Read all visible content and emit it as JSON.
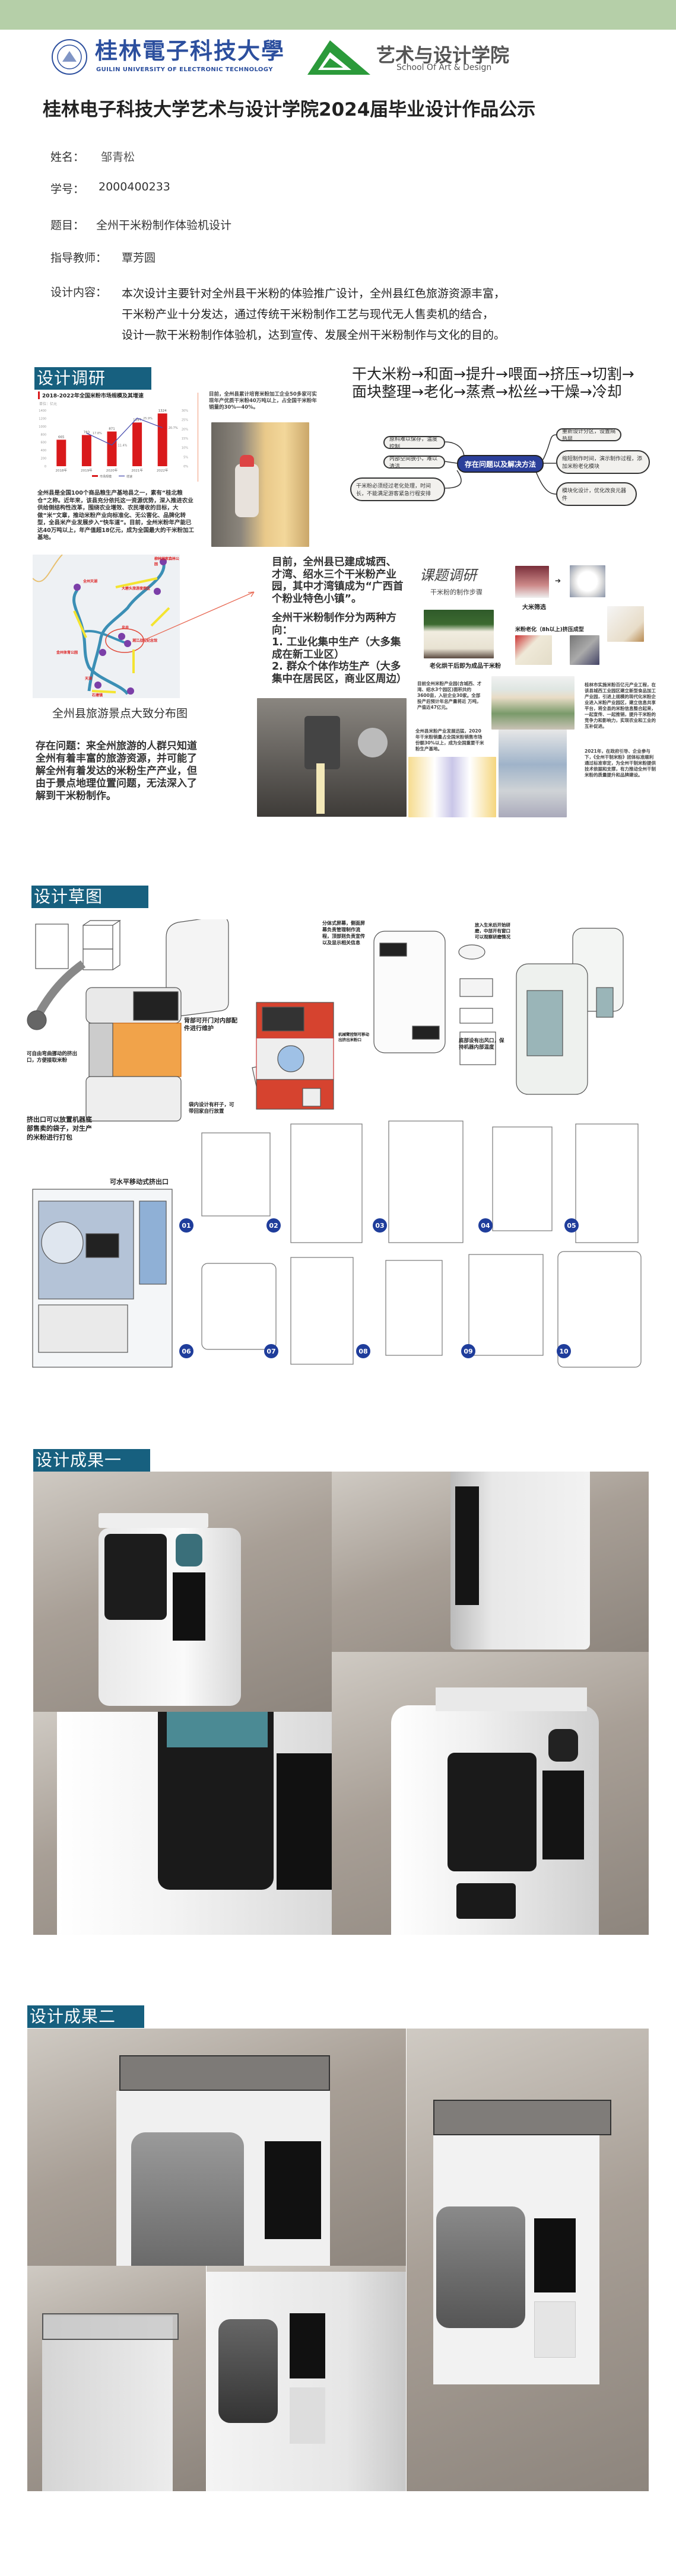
{
  "header": {
    "university_cn": "桂林電子科技大學",
    "university_en": "GUILIN UNIVERSITY OF ELECTRONIC TECHNOLOGY",
    "school_cn": "艺术与设计学院",
    "school_en": "School Of Art & Design",
    "title": "桂林电子科技大学艺术与设计学院2024届毕业设计作品公示",
    "band_color": "#b5cfa8"
  },
  "info": {
    "name_label": "姓名：",
    "name": "邹青松",
    "id_label": "学号：",
    "id": "2000400233",
    "topic_label": "题目：",
    "topic": "全州干米粉制作体验机设计",
    "advisor_label": "指导教师：",
    "advisor": "覃芳圆",
    "content_label": "设计内容：",
    "content_lines": [
      "本次设计主要针对全州县干米粉的体验推广设计，全州县红色旅游资源丰富，",
      "干米粉产业十分发达，通过传统干米粉制作工艺与现代无人售卖机的结合，",
      "设计一款干米粉制作体验机，达到宣传、发展全州干米粉制作与文化的目的。"
    ]
  },
  "research": {
    "heading": "设计调研",
    "paragraph": "全州县是全国100个商品粮生产基地县之一，素有“桂北粮仓”之称。近年来，该县充分依托这一资源优势，深入推进农业供给侧结构性改革，围绕农业增效、农民增收的目标，大做“米”文章，推动米粉产业向标准化、无公害化、品牌化转型，全县米产业发展步入“快车道”。目前，全州米粉年产能已达40万吨以上，年产值超18亿元，成为全国最大的干米粉加工基地。",
    "photo_caption": "目前，全州县累计培育米粉加工企业50多家可实现年产优质干米粉40万吨以上，占全国干米粉年销量的30%—40%。",
    "process_line1": "干大米粉→和面→提升→喂面→挤压→切割→",
    "process_line2": "面块整理→老化→蒸煮→松丝→干燥→冷却",
    "mindmap": {
      "center": "存在问题以及解决方法",
      "left": [
        "原料难以保存，温度控制",
        "内部空间狭小，难以清洁",
        "干米粉必须经过老化处理，时间长，不能满足游客紧急行程安排"
      ],
      "right": [
        "重新设计分区，设置隔热层",
        "缩短制作时间，演示制作过程，添加米粉老化模块",
        "模块化设计，优化改良元器件"
      ]
    },
    "map_caption": "全州县旅游景点大致分布图",
    "map_labels": [
      "全州天湖",
      "大碧头旅游度假区",
      "炎井",
      "湘江战役纪念馆",
      "金州体育公园",
      "柳林国家森林公园",
      "石塘镇",
      "天湖"
    ],
    "problem": "存在问题：来全州旅游的人群只知道全州有着丰富的旅游资源，并可能了解全州有着发达的米粉生产产业，但由于景点地理位置问题，无法深入了解到干米粉制作。",
    "middle_p1": "目前，全州县已建成城西、才湾、绍水三个干米粉产业园，其中才湾镇成为“广西首个粉业特色小镇”。",
    "middle_p2": "全州干米粉制作分为两种方向：",
    "middle_list": [
      "1. 工业化集中生产（大多集成在新工业区）",
      "2. 群众个体作坊生产（大多集中在居民区，商业区周边）"
    ],
    "topic_title": "课题调研",
    "steps_title": "干米粉的制作步骤",
    "step_rice": "大米筛选",
    "step_aging": "米粉老化（8h以上)挤压成型",
    "step_final": "老化烘干后即为成品干米粉",
    "text_park": "目前全州米粉产业园(含城西、才湾、绍水3个园区)面积共约3600亩，入驻企业30家。全部投产后预计年总产量将近 万吨，产值近47亿元。",
    "text_market": "全州县米粉产业发展迅猛，2020年干米粉销量占全国米粉销售市场份额30%以上，成为全国重要干米粉生产基地。",
    "text_guilin": "桂林市实施米粉百亿元产业工程，在该县城西工业园区建立新型食品加工产业园，引进上规模的现代化米粉企业进入米粉产业园区，建立信息共享平台，将全县的米粉信息整合起来，一起宣传、一起推销，提升干米粉的竞争力和影响力，实现农业和工业的互补促进。",
    "text_2021": "2021年，在政府引导、企业参与下，《全州干制米粉》团体标准顺利通过标准审定，为全州干制米粉提供技术依据和支撑，有力推动全州干制米粉的质量提升和品牌建设。"
  },
  "chart_data": {
    "type": "bar",
    "title": "2018-2022年全国米粉市场规模及其增速",
    "unit": "单位：亿元",
    "categories": [
      "2018年",
      "2019年",
      "2020年",
      "2021年",
      "2022年"
    ],
    "series": [
      {
        "name": "市场规模",
        "type": "bar",
        "values": [
          665,
          783,
          871,
          1097,
          1324
        ],
        "color": "#d9191b"
      },
      {
        "name": "增速",
        "type": "line",
        "values": [
          null,
          17.8,
          11.4,
          25.9,
          20.7
        ],
        "color": "#4a4fb0"
      }
    ],
    "value_labels": [
      "665",
      "783",
      "871",
      "1097",
      "1324"
    ],
    "rate_labels": [
      "",
      "17.8%",
      "11.4%",
      "25.9%",
      "20.7%"
    ],
    "ylim": [
      0,
      1400
    ],
    "y2lim": [
      0,
      30
    ],
    "y2ticks": [
      "0%",
      "5%",
      "10%",
      "15%",
      "20%",
      "25%",
      "30%"
    ],
    "legend": "bottom"
  },
  "sketch": {
    "heading": "设计草图",
    "annotations": [
      "背部可开门对内部配件进行维护",
      "可自由弯曲挪动的挤出口，方便接取米粉",
      "袋内设计有杆子，可带回家自行放置",
      "挤出口可以放置机器底部售卖的袋子，对生产的米粉进行打包",
      "分体式屏幕，侧面屏幕负责管理制作流程，顶部则负责宣传以及显示相关信息",
      "放入生米后开始研磨，中部开有窗口可以观察研磨情况",
      "底部设有出风口，保持机器内部温度",
      "机械臂控制可移动出挤出米粉口",
      "可水平移动式挤出口"
    ],
    "numbers": [
      "01",
      "02",
      "03",
      "04",
      "05",
      "06",
      "07",
      "08",
      "09",
      "10"
    ]
  },
  "result1": {
    "heading": "设计成果一"
  },
  "result2": {
    "heading": "设计成果二"
  }
}
